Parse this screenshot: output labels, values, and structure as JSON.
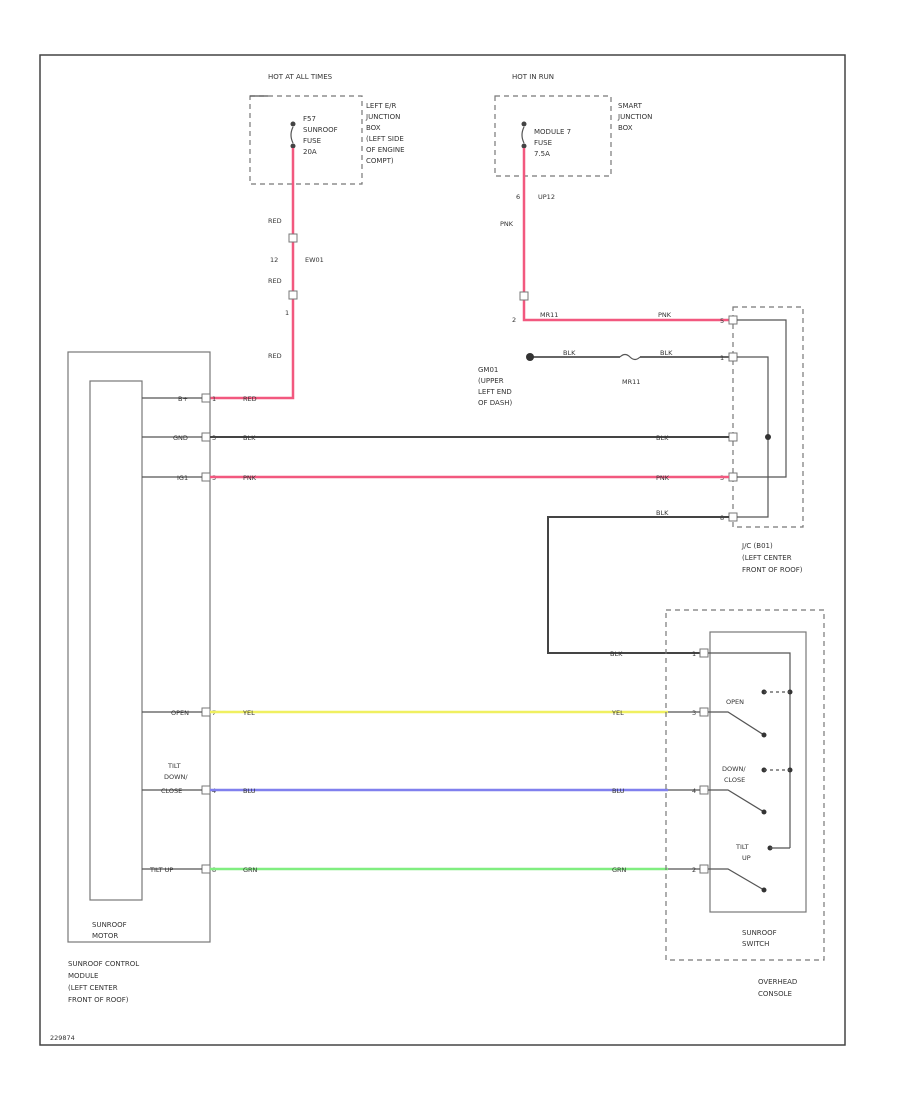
{
  "labels": {
    "hot_at_all_times": "HOT AT ALL TIMES",
    "hot_in_run": "HOT IN RUN",
    "left_jb": [
      "LEFT E/R",
      "JUNCTION",
      "BOX",
      "(LEFT SIDE",
      "OF ENGINE",
      "COMPT)"
    ],
    "fuse_left": [
      "F57",
      "SUNROOF",
      "FUSE",
      "20A"
    ],
    "smart_jb": [
      "SMART",
      "JUNCTION",
      "BOX"
    ],
    "fuse_right": [
      "MODULE 7",
      "FUSE",
      "7.5A"
    ],
    "conn_upper_right": "UP12",
    "pin_upper_right": "6",
    "pnk": "PNK",
    "red": "RED",
    "blk": "BLK",
    "yel": "YEL",
    "blu": "BLU",
    "grn": "GRN",
    "pin_12": "12",
    "conn_ew01": "EW01",
    "pin_1": "1",
    "pin_2": "2",
    "wire_code": "MR11",
    "ground": [
      "GM01",
      "(UPPER",
      "LEFT END",
      "OF DASH)"
    ],
    "splice": "MR11",
    "jc": [
      "J/C (B01)",
      "(LEFT CENTER",
      "FRONT OF ROOF)"
    ],
    "module_pins": [
      "B+",
      "GND",
      "IG1",
      "OPEN",
      "TILT",
      "DOWN/",
      "CLOSE",
      "TILT UP"
    ],
    "module_pin_nums": [
      "1",
      "3",
      "5",
      "7",
      "4",
      "8"
    ],
    "switch_pin_nums": [
      "1",
      "3",
      "4",
      "2"
    ],
    "jc_pin_nums": [
      "5",
      "1",
      "3",
      "8"
    ],
    "switch_labels": [
      "OPEN",
      "DOWN/",
      "CLOSE",
      "TILT",
      "UP"
    ],
    "sunroof_motor": [
      "SUNROOF",
      "MOTOR"
    ],
    "control_module": [
      "SUNROOF CONTROL",
      "MODULE",
      "(LEFT CENTER",
      "FRONT OF ROOF)"
    ],
    "sunroof_switch": [
      "SUNROOF",
      "SWITCH"
    ],
    "overhead_console": [
      "OVERHEAD",
      "CONSOLE"
    ],
    "figure_id": "229874"
  },
  "colors": {
    "pnk": "#f2587f",
    "blk": "#444444",
    "yel": "#f0f060",
    "blu": "#8080ee",
    "grn": "#80ee80"
  }
}
